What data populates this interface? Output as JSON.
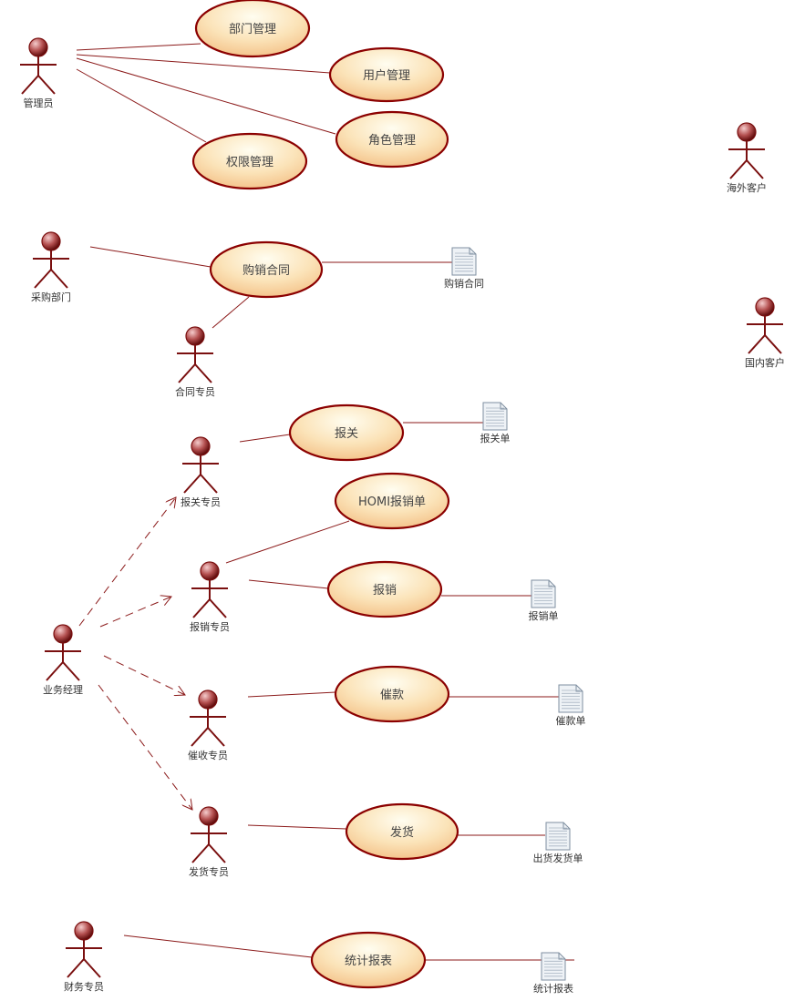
{
  "colors": {
    "line": "#8b1a1a",
    "actor": "#7a0f0f",
    "actor_head_light": "#f2c4c4",
    "actor_head_dark": "#6b0f0f",
    "usecase_stroke": "#8b0000",
    "usecase_fill_light": "#fffdf0",
    "usecase_fill_dark": "#f6c890",
    "doc_stroke": "#7f8fa0",
    "doc_fill": "#eef2f6"
  },
  "actors": [
    {
      "id": "a_admin",
      "label": "管理员"
    },
    {
      "id": "a_overseas",
      "label": "海外客户"
    },
    {
      "id": "a_purch",
      "label": "采购部门"
    },
    {
      "id": "a_domestic",
      "label": "国内客户"
    },
    {
      "id": "a_contract",
      "label": "合同专员"
    },
    {
      "id": "a_quote",
      "label": "报关专员"
    },
    {
      "id": "a_sales",
      "label": "报销专员"
    },
    {
      "id": "a_bizmgr",
      "label": "业务经理"
    },
    {
      "id": "a_collect",
      "label": "催收专员"
    },
    {
      "id": "a_ship",
      "label": "发货专员"
    },
    {
      "id": "a_finance",
      "label": "财务专员"
    }
  ],
  "usecases": [
    {
      "id": "u_dept",
      "label": "部门管理"
    },
    {
      "id": "u_user",
      "label": "用户管理"
    },
    {
      "id": "u_role",
      "label": "角色管理"
    },
    {
      "id": "u_perm",
      "label": "权限管理"
    },
    {
      "id": "u_contract",
      "label": "购销合同"
    },
    {
      "id": "u_quote",
      "label": "报关"
    },
    {
      "id": "u_homi",
      "label": "HOMI报销单"
    },
    {
      "id": "u_reimb",
      "label": "报销"
    },
    {
      "id": "u_collect",
      "label": "催款"
    },
    {
      "id": "u_ship",
      "label": "发货"
    },
    {
      "id": "u_stats",
      "label": "统计报表"
    }
  ],
  "documents": [
    {
      "id": "d_contract",
      "label": "购销合同"
    },
    {
      "id": "d_quote",
      "label": "报关单"
    },
    {
      "id": "d_reimb",
      "label": "报销单"
    },
    {
      "id": "d_collect",
      "label": "催款单"
    },
    {
      "id": "d_ship",
      "label": "出货发货单"
    },
    {
      "id": "d_stats",
      "label": "统计报表"
    }
  ]
}
